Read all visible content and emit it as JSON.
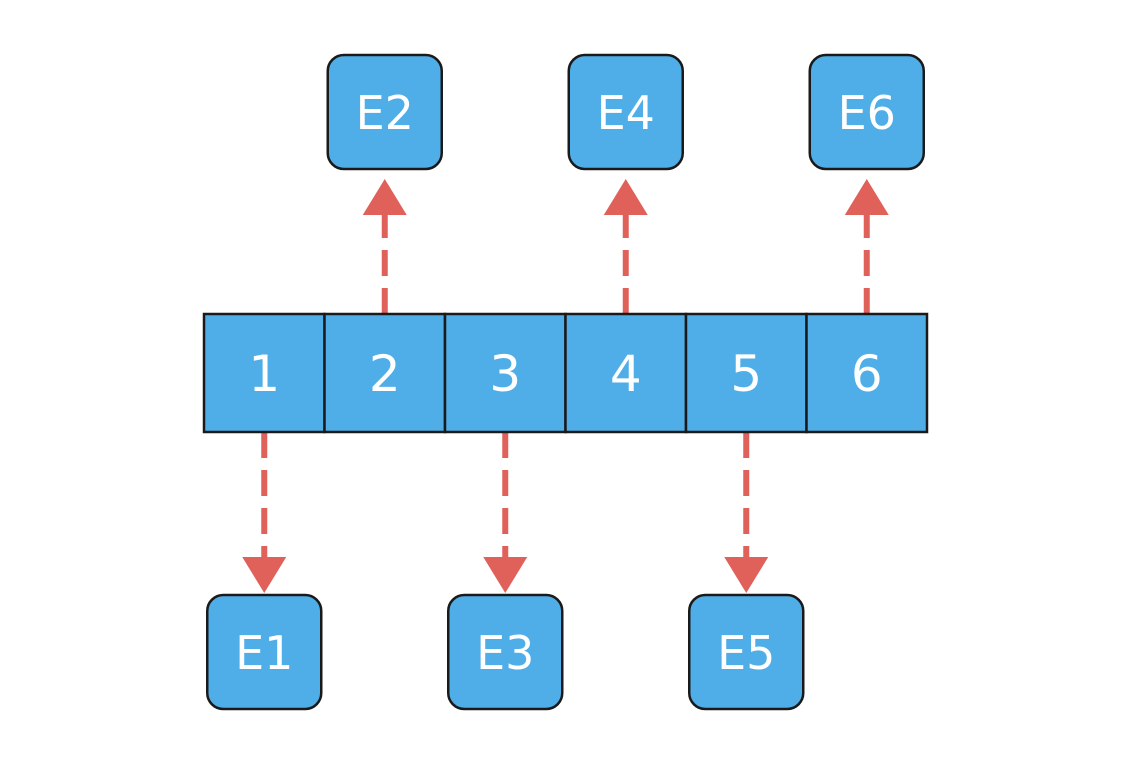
{
  "diagram": {
    "colors": {
      "cell_fill": "#4FAEE8",
      "cell_stroke": "#1a1a1a",
      "arrow": "#E0605A",
      "text": "#ffffff"
    },
    "array_cells": [
      "1",
      "2",
      "3",
      "4",
      "5",
      "6"
    ],
    "elements": [
      {
        "label": "E1",
        "cell_index": 0,
        "side": "below"
      },
      {
        "label": "E2",
        "cell_index": 1,
        "side": "above"
      },
      {
        "label": "E3",
        "cell_index": 2,
        "side": "below"
      },
      {
        "label": "E4",
        "cell_index": 3,
        "side": "above"
      },
      {
        "label": "E5",
        "cell_index": 4,
        "side": "below"
      },
      {
        "label": "E6",
        "cell_index": 5,
        "side": "above"
      }
    ]
  }
}
